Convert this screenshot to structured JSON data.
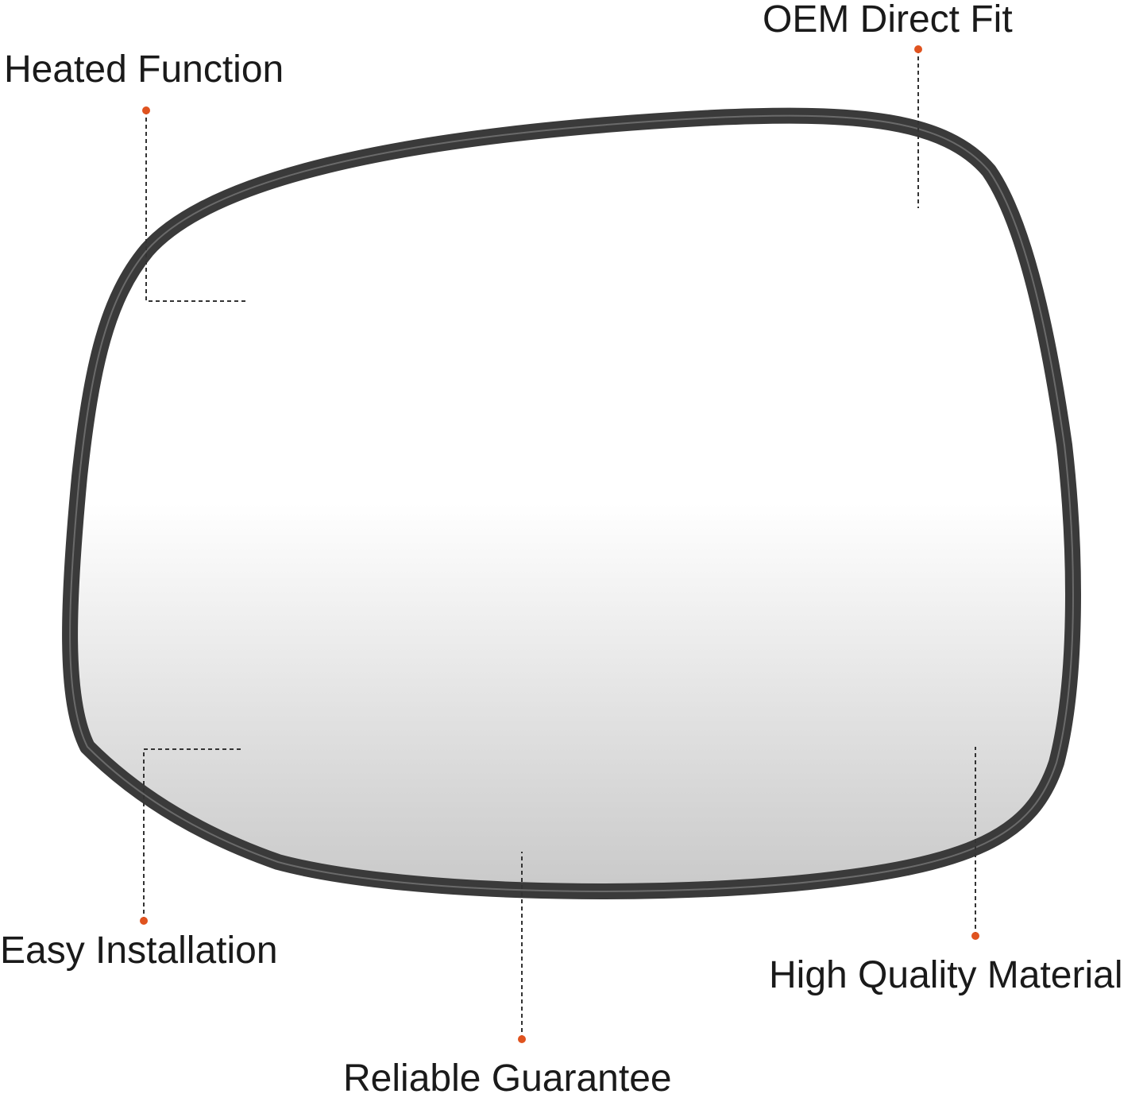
{
  "product": "mirror-glass",
  "accent_color": "#e0531f",
  "callouts": {
    "heated": "Heated Function",
    "oem": "OEM Direct Fit",
    "easy": "Easy Installation",
    "quality": "High Quality Material",
    "guarantee": "Reliable Guarantee"
  }
}
